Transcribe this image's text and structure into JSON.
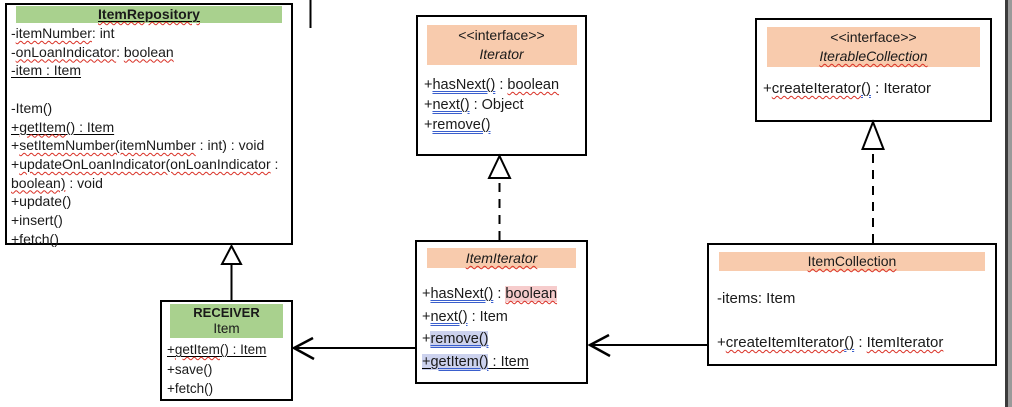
{
  "colors": {
    "class_header_green": "#a9d18e",
    "class_header_orange": "#f8cbad",
    "spellcheck_red": "#d93025",
    "grammarcheck_blue": "#3a5fcd",
    "highlight_pink": "#f6cccc",
    "highlight_lavender": "#ccd2ee"
  },
  "diagram": {
    "item_repository": {
      "title": "ItemRepository",
      "attr1": {
        "dash": "-",
        "name": "itemNumber",
        "rest": ": int"
      },
      "attr2": {
        "dash": "-",
        "name": "onLoanIndicator",
        "sep": ": ",
        "type": "boolean"
      },
      "attr3": "-item : Item",
      "m1": "-Item()",
      "m2": {
        "plus": "+",
        "name": "getItem",
        "rest": "() : Item"
      },
      "m3": {
        "plus": "+",
        "name": "setItemNumber(itemNumber",
        "rest": " : int) : void"
      },
      "m4a": {
        "plus": "+",
        "name": "updateOnLoanIndicator(onLoanIndicator",
        "rest": " :"
      },
      "m4b": {
        "type": "boolean)",
        "rest": " : void"
      },
      "m5": "+update()",
      "m6": "+insert()",
      "m7": "+fetch()"
    },
    "iterator": {
      "stereotype": "<<interface>>",
      "title": "Iterator",
      "m1": {
        "plus": "+",
        "name": "hasNext()",
        "sep": " : ",
        "type": "boolean"
      },
      "m2": {
        "plus": "+",
        "name": "next()",
        "rest": " : Object"
      },
      "m3": {
        "plus": "+",
        "name": "remove()"
      }
    },
    "iterable_collection": {
      "stereotype": "<<interface>>",
      "title": "IterableCollection",
      "m1": {
        "plus": "+",
        "name": "createIterator",
        "parens": "()",
        "rest": " : Iterator"
      }
    },
    "item_iterator": {
      "title": "ItemIterator",
      "m1": {
        "plus": "+",
        "name": "hasNext()",
        "sep": " : ",
        "type": "boolean"
      },
      "m2": {
        "plus": "+",
        "name": "next()",
        "rest": " : Item"
      },
      "m3": {
        "plus": "+",
        "name": "remove()"
      },
      "m4": {
        "plus": "+",
        "name": "getItem()",
        "rest": " : Item"
      }
    },
    "item_collection": {
      "title": "ItemCollection",
      "attr1": "-items: Item",
      "m1": {
        "plus": "+",
        "name": "createItemIterator",
        "parens": "()",
        "sep": " : ",
        "type": "ItemIterator"
      }
    },
    "receiver_item": {
      "role": "RECEIVER",
      "title": "Item",
      "m1": {
        "plus": "+",
        "name": "getItem",
        "rest": "() : Item"
      },
      "m2": "+save()",
      "m3": "+fetch()"
    },
    "relations": [
      {
        "from": "Item",
        "to": "ItemRepository",
        "type": "generalization"
      },
      {
        "from": "ItemIterator",
        "to": "Iterator",
        "type": "realization"
      },
      {
        "from": "ItemCollection",
        "to": "IterableCollection",
        "type": "realization"
      },
      {
        "from": "ItemIterator",
        "to": "Item",
        "type": "directed-association"
      },
      {
        "from": "ItemCollection",
        "to": "ItemIterator",
        "type": "directed-association"
      }
    ]
  }
}
